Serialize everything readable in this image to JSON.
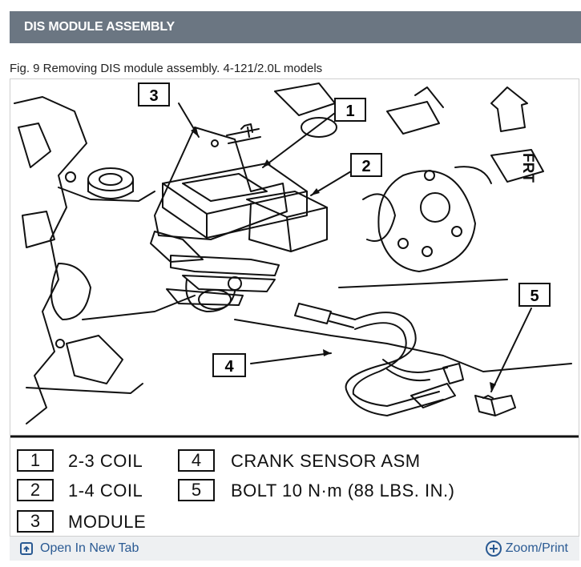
{
  "header": {
    "title": "DIS MODULE ASSEMBLY"
  },
  "figure": {
    "caption": "Fig. 9 Removing DIS module assembly. 4-121/2.0L models",
    "direction_label": "FRT",
    "callouts": [
      "1",
      "2",
      "3",
      "4",
      "5"
    ],
    "legend": [
      {
        "num": "1",
        "text": "2-3 COIL"
      },
      {
        "num": "2",
        "text": "1-4 COIL"
      },
      {
        "num": "3",
        "text": "MODULE"
      },
      {
        "num": "4",
        "text": "CRANK SENSOR ASM"
      },
      {
        "num": "5",
        "text": "BOLT 10 N·m (88 LBS. IN.)"
      }
    ]
  },
  "toolbar": {
    "open_tab_label": "Open In New Tab",
    "zoom_label": "Zoom/Print"
  },
  "colors": {
    "header_bg": "#6b7682",
    "link": "#2a5a93",
    "toolbar_bg": "#eef0f2"
  }
}
